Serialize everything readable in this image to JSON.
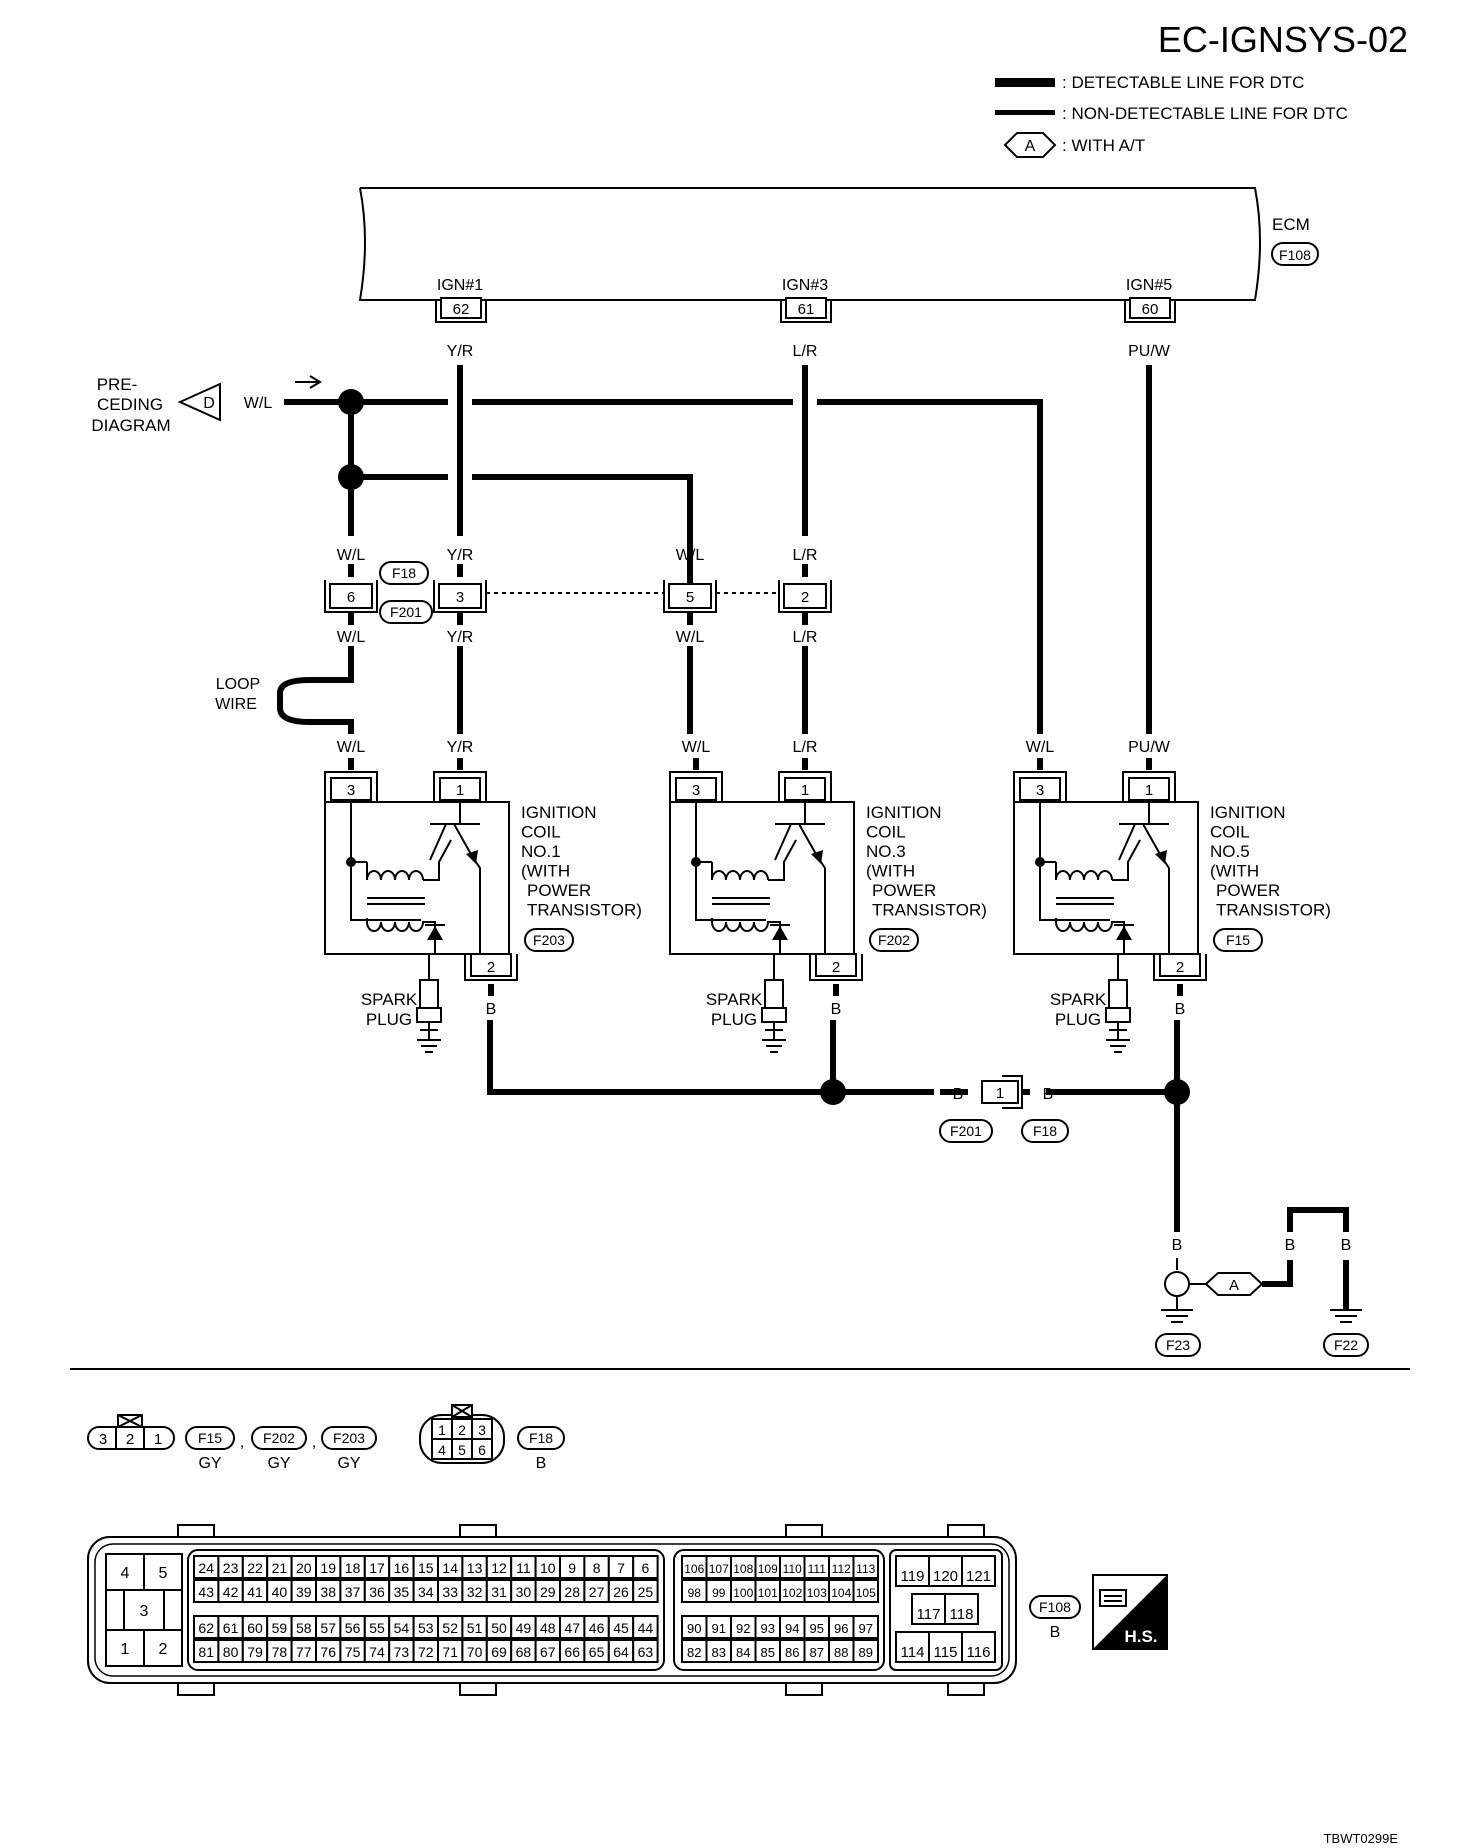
{
  "header": {
    "title": "EC-IGNSYS-02",
    "legend": {
      "detectable": ": DETECTABLE LINE FOR DTC",
      "non_detectable": ": NON-DETECTABLE LINE FOR DTC",
      "with_at_symbol": "A",
      "with_at": ": WITH A/T"
    }
  },
  "ecm": {
    "label": "ECM",
    "connector": "F108",
    "terminals": [
      {
        "name": "IGN#1",
        "pin": "62",
        "wire": "Y/R"
      },
      {
        "name": "IGN#3",
        "pin": "61",
        "wire": "L/R"
      },
      {
        "name": "IGN#5",
        "pin": "60",
        "wire": "PU/W"
      }
    ]
  },
  "preceding": {
    "lines": [
      "PRE-",
      "CEDING",
      "DIAGRAM"
    ],
    "symbol": "D",
    "wire": "W/L"
  },
  "junction_connectors": {
    "f18": "F18",
    "f201": "F201",
    "pins": [
      {
        "pin": "6",
        "wire_top": "W/L",
        "wire_bottom": "W/L"
      },
      {
        "pin": "3",
        "wire_top": "Y/R",
        "wire_bottom": "Y/R"
      },
      {
        "pin": "5",
        "wire_top": "W/L",
        "wire_bottom": "W/L"
      },
      {
        "pin": "2",
        "wire_top": "L/R",
        "wire_bottom": "L/R"
      }
    ]
  },
  "loop_wire": {
    "line1": "LOOP",
    "line2": "WIRE"
  },
  "coils": [
    {
      "title": [
        "IGNITION",
        "COIL",
        "NO.1",
        "(WITH",
        "POWER",
        "TRANSISTOR)"
      ],
      "connector": "F203",
      "wire3": "W/L",
      "wire1": "Y/R",
      "pin3": "3",
      "pin1": "1",
      "pin2": "2",
      "wire2": "B",
      "spark": [
        "SPARK",
        "PLUG"
      ]
    },
    {
      "title": [
        "IGNITION",
        "COIL",
        "NO.3",
        "(WITH",
        "POWER",
        "TRANSISTOR)"
      ],
      "connector": "F202",
      "wire3": "W/L",
      "wire1": "L/R",
      "pin3": "3",
      "pin1": "1",
      "pin2": "2",
      "wire2": "B",
      "spark": [
        "SPARK",
        "PLUG"
      ]
    },
    {
      "title": [
        "IGNITION",
        "COIL",
        "NO.5",
        "(WITH",
        "POWER",
        "TRANSISTOR)"
      ],
      "connector": "F15",
      "wire3": "W/L",
      "wire1": "PU/W",
      "pin3": "3",
      "pin1": "1",
      "pin2": "2",
      "wire2": "B",
      "spark": [
        "SPARK",
        "PLUG"
      ]
    }
  ],
  "ground": {
    "mid_connector_pin": "1",
    "left_wire": "B",
    "right_wire": "B",
    "mid_left_conn": "F201",
    "mid_right_conn": "F18",
    "wire_down": "B",
    "at_symbol": "A",
    "wire_b1": "B",
    "wire_b2": "B",
    "ground_f23": "F23",
    "ground_f22": "F22"
  },
  "connector_views": {
    "coil_conn": {
      "pins": [
        "3",
        "2",
        "1"
      ],
      "names": [
        "F15",
        "F202",
        "F203"
      ],
      "colors": [
        "GY",
        "GY",
        "GY"
      ],
      "sep": ","
    },
    "f18_conn": {
      "pins": [
        "1",
        "2",
        "3",
        "4",
        "5",
        "6"
      ],
      "name": "F18",
      "color": "B"
    },
    "ecm_conn": {
      "name": "F108",
      "color": "B",
      "block1": {
        "top": [
          "4",
          "5"
        ],
        "mid": "3",
        "bottom": [
          "1",
          "2"
        ]
      },
      "block2_row1": [
        "24",
        "23",
        "22",
        "21",
        "20",
        "19",
        "18",
        "17",
        "16",
        "15",
        "14",
        "13",
        "12",
        "11",
        "10",
        "9",
        "8",
        "7",
        "6"
      ],
      "block2_row2": [
        "43",
        "42",
        "41",
        "40",
        "39",
        "38",
        "37",
        "36",
        "35",
        "34",
        "33",
        "32",
        "31",
        "30",
        "29",
        "28",
        "27",
        "26",
        "25"
      ],
      "block2_row3": [
        "62",
        "61",
        "60",
        "59",
        "58",
        "57",
        "56",
        "55",
        "54",
        "53",
        "52",
        "51",
        "50",
        "49",
        "48",
        "47",
        "46",
        "45",
        "44"
      ],
      "block2_row4": [
        "81",
        "80",
        "79",
        "78",
        "77",
        "76",
        "75",
        "74",
        "73",
        "72",
        "71",
        "70",
        "69",
        "68",
        "67",
        "66",
        "65",
        "64",
        "63"
      ],
      "block3_row1": [
        "106",
        "107",
        "108",
        "109",
        "110",
        "111",
        "112",
        "113"
      ],
      "block3_row2": [
        "98",
        "99",
        "100",
        "101",
        "102",
        "103",
        "104",
        "105"
      ],
      "block3_row3": [
        "90",
        "91",
        "92",
        "93",
        "94",
        "95",
        "96",
        "97"
      ],
      "block3_row4": [
        "82",
        "83",
        "84",
        "85",
        "86",
        "87",
        "88",
        "89"
      ],
      "block4_row1": [
        "119",
        "120",
        "121"
      ],
      "block4_row2": [
        "117",
        "118"
      ],
      "block4_row3": [
        "114",
        "115",
        "116"
      ]
    },
    "hs_label": "H.S."
  },
  "footer_code": "TBWT0299E"
}
